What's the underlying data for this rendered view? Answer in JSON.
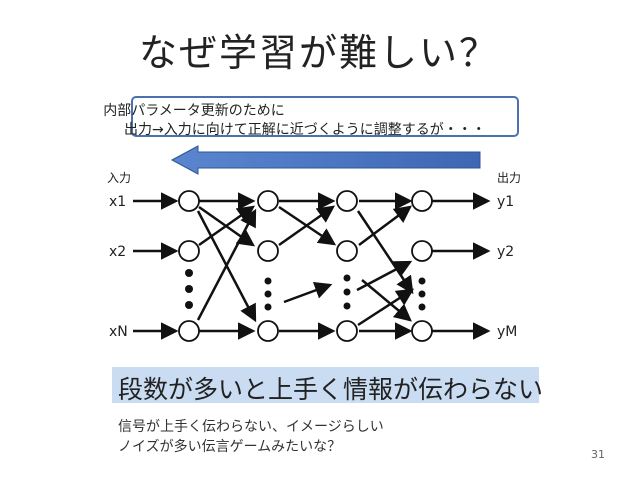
{
  "slide": {
    "title": "なぜ学習が難しい？",
    "callout": {
      "line1": "内部パラメータ更新のために",
      "line2": "出力→入力に向けて正解に近づくように調整するが・・・"
    },
    "highlight": "段数が多いと上手く情報が伝わらない",
    "footnote1": "信号が上手く伝わらない、イメージらしい",
    "footnote2": "ノイズが多い伝言ゲームみたいな？",
    "page_number": "31"
  },
  "network": {
    "input_side_label": "入力",
    "output_side_label": "出力",
    "inputs": [
      "x1",
      "x2",
      "xN"
    ],
    "outputs": [
      "y1",
      "y2",
      "yM"
    ],
    "arrow_color": "#4472c4",
    "node_color": "#ffffff",
    "edge_color": "#111111"
  }
}
